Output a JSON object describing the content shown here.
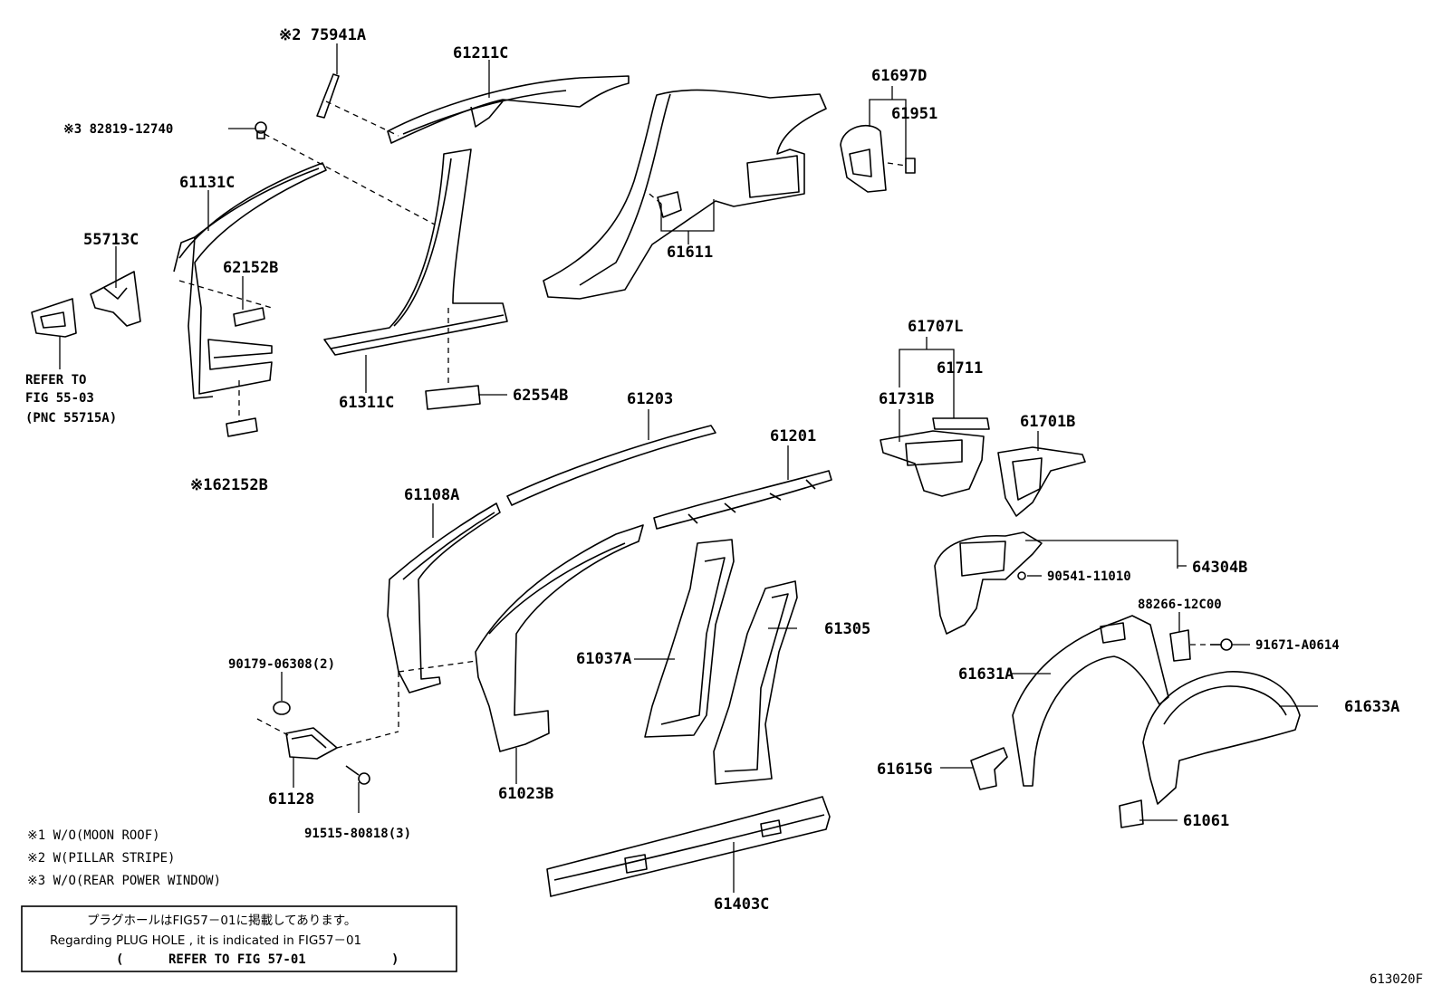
{
  "labels": {
    "l_75941A": "※2 75941A",
    "l_61211C": "61211C",
    "l_82819": "※3 82819-12740",
    "l_61131C": "61131C",
    "l_55713C": "55713C",
    "l_62152B": "62152B",
    "l_refer1": "REFER TO",
    "l_refer2": "FIG 55-03",
    "l_refer3": "(PNC 55715A)",
    "l_162152B": "※162152B",
    "l_61311C": "61311C",
    "l_62554B": "62554B",
    "l_61611": "61611",
    "l_61697D": "61697D",
    "l_61951": "61951",
    "l_61707L": "61707L",
    "l_61711": "61711",
    "l_61731B": "61731B",
    "l_61701B": "61701B",
    "l_61203": "61203",
    "l_61201": "61201",
    "l_61108A": "61108A",
    "l_64304B": "64304B",
    "l_90541": "90541-11010",
    "l_88266": "88266-12C00",
    "l_91671": "91671-A0614",
    "l_90179": "90179-06308(2)",
    "l_61037A": "61037A",
    "l_61305": "61305",
    "l_61631A": "61631A",
    "l_61633A": "61633A",
    "l_61128": "61128",
    "l_61023B": "61023B",
    "l_61615G": "61615G",
    "l_91515": "91515-80818(3)",
    "l_61061": "61061",
    "l_61403C": "61403C"
  },
  "notes": {
    "n1": "※1 W/O(MOON ROOF)",
    "n2": "※2 W(PILLAR STRIPE)",
    "n3": "※3 W/O(REAR POWER WINDOW)"
  },
  "notice_box": {
    "line1": "プラグホールはFIG57－01に掲載してあります。",
    "line2": "Regarding PLUG HOLE , it is indicated in FIG57－01",
    "line3_open": "(",
    "line3_text": "REFER TO FIG 57-01",
    "line3_close": ")"
  },
  "figure_code": "613020F"
}
